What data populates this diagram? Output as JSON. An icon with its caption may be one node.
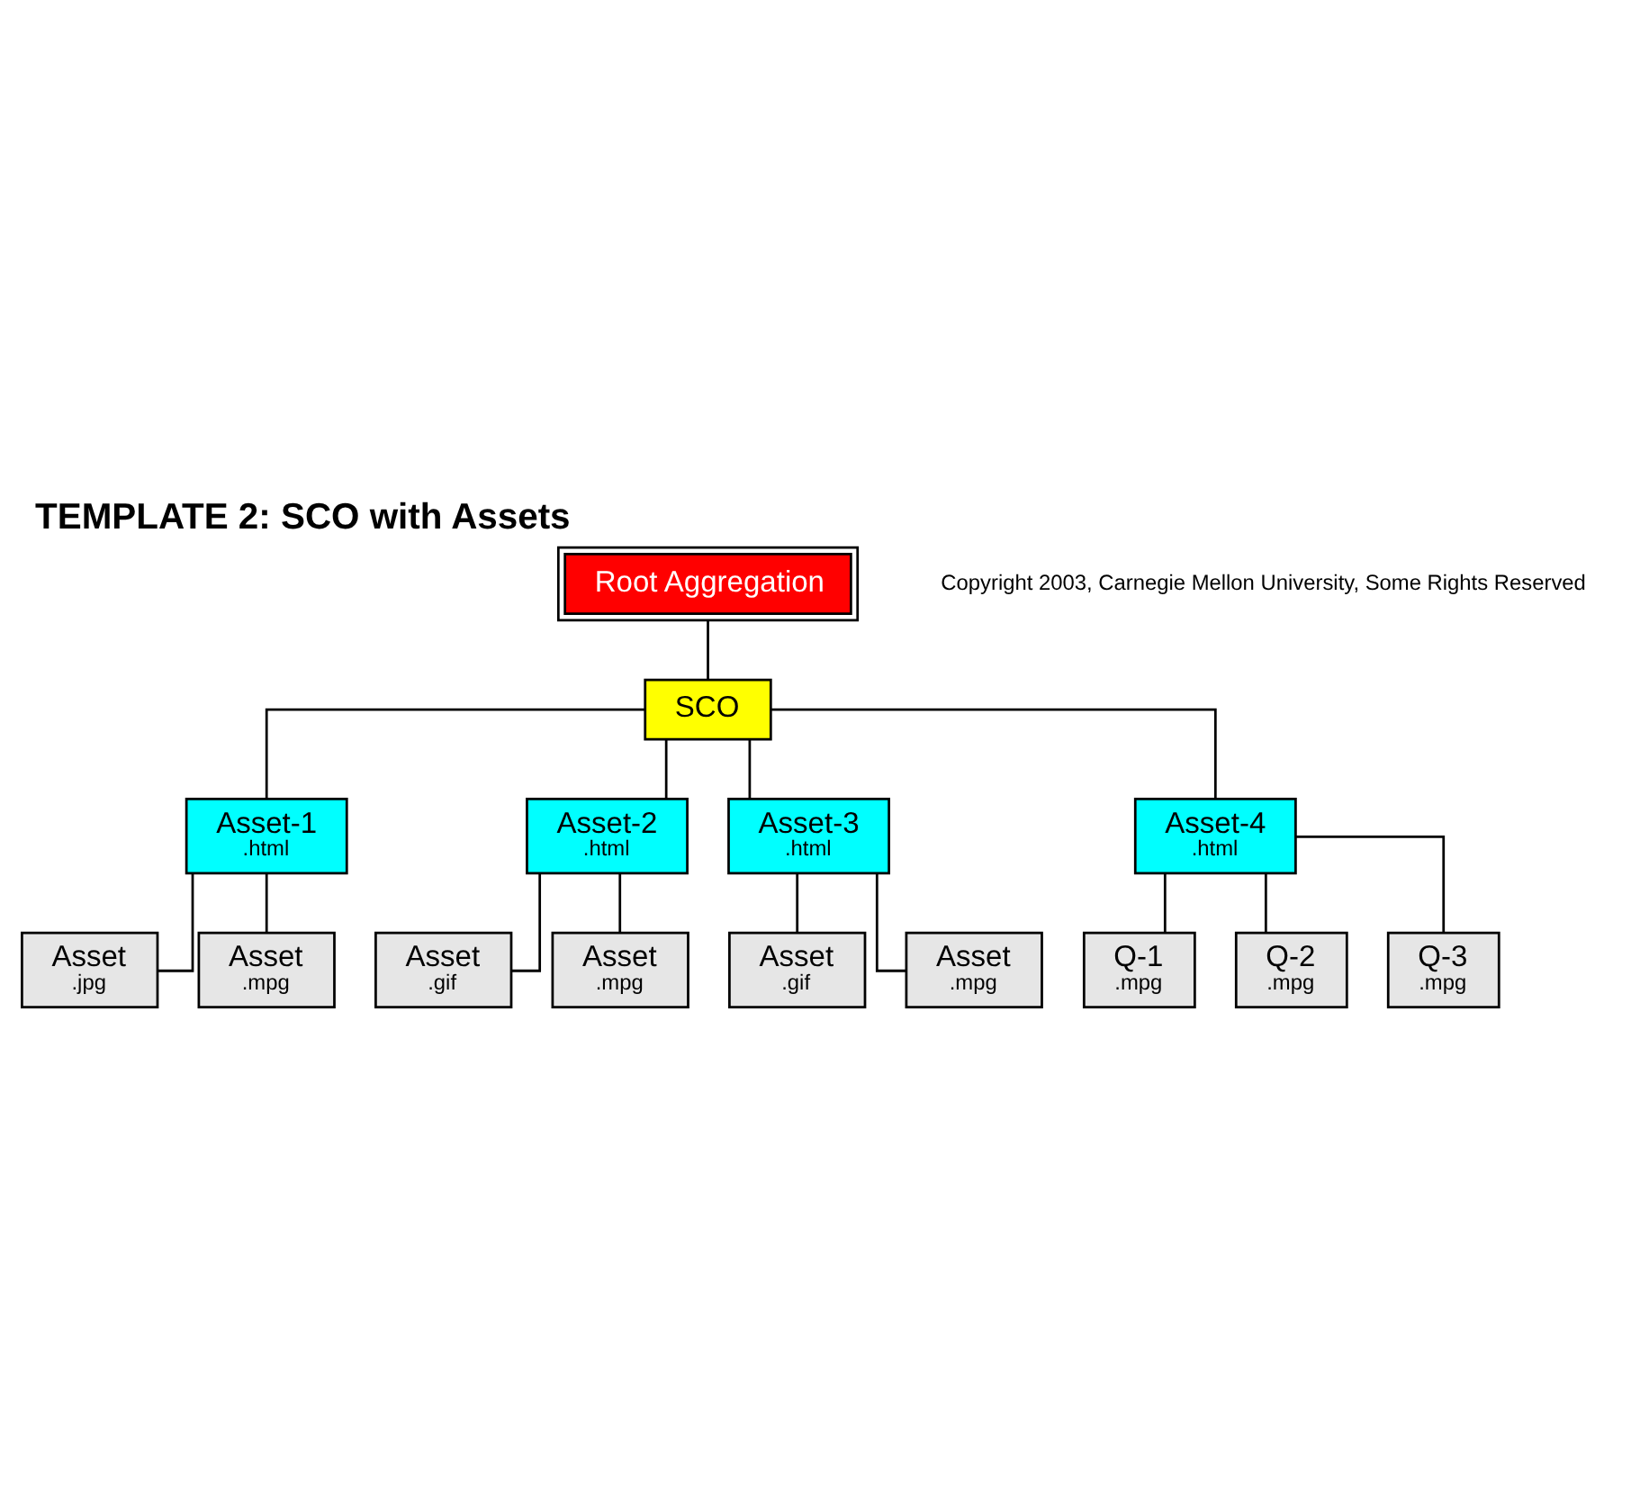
{
  "diagram": {
    "title": "TEMPLATE 2: SCO with Assets",
    "nodes": [
      {
        "text": [
          "Root Aggregation"
        ]
      },
      {
        "text": [
          "SCO"
        ]
      },
      {
        "text": [
          "Asset-1",
          ".html"
        ]
      },
      {
        "text": [
          "Asset-2",
          ".html"
        ]
      },
      {
        "text": [
          "Asset-3",
          ".html"
        ]
      },
      {
        "text": [
          "Asset-4",
          ".html"
        ]
      },
      {
        "text": [
          "Asset",
          ".jpg"
        ]
      },
      {
        "text": [
          "Asset",
          ".gif"
        ]
      },
      {
        "text": [
          "Asset",
          ".gif"
        ]
      },
      {
        "text": [
          "Q-1",
          ".mpg"
        ]
      },
      {
        "text": [
          "Asset",
          ".mpg"
        ]
      },
      {
        "text": [
          "Asset",
          ".mpg"
        ]
      },
      {
        "text": [
          "Asset",
          ".mpg"
        ]
      },
      {
        "text": [
          "Q-2",
          ".mpg"
        ]
      },
      {
        "text": [
          "Q-3",
          ".mpg"
        ]
      }
    ],
    "edges": [
      {
        "from": 0,
        "to": 1,
        "arrow": "none"
      },
      {
        "from": 1,
        "to": 2,
        "arrow": "none"
      },
      {
        "from": 1,
        "to": 3,
        "arrow": "none"
      },
      {
        "from": 1,
        "to": 4,
        "arrow": "none"
      },
      {
        "from": 1,
        "to": 5,
        "arrow": "none"
      },
      {
        "from": 2,
        "to": 6,
        "arrow": "none"
      },
      {
        "from": 2,
        "to": 10,
        "arrow": "none"
      },
      {
        "from": 3,
        "to": 7,
        "arrow": "none"
      },
      {
        "from": 3,
        "to": 11,
        "arrow": "none"
      },
      {
        "from": 4,
        "to": 8,
        "arrow": "none"
      },
      {
        "from": 4,
        "to": 12,
        "arrow": "none"
      },
      {
        "from": 5,
        "to": 9,
        "arrow": "none"
      },
      {
        "from": 5,
        "to": 13,
        "arrow": "none"
      },
      {
        "from": 5,
        "to": 14,
        "arrow": "none"
      }
    ],
    "labels": [
      "Copyright 2003, Carnegie Mellon University, Some Rights Reserved"
    ]
  }
}
